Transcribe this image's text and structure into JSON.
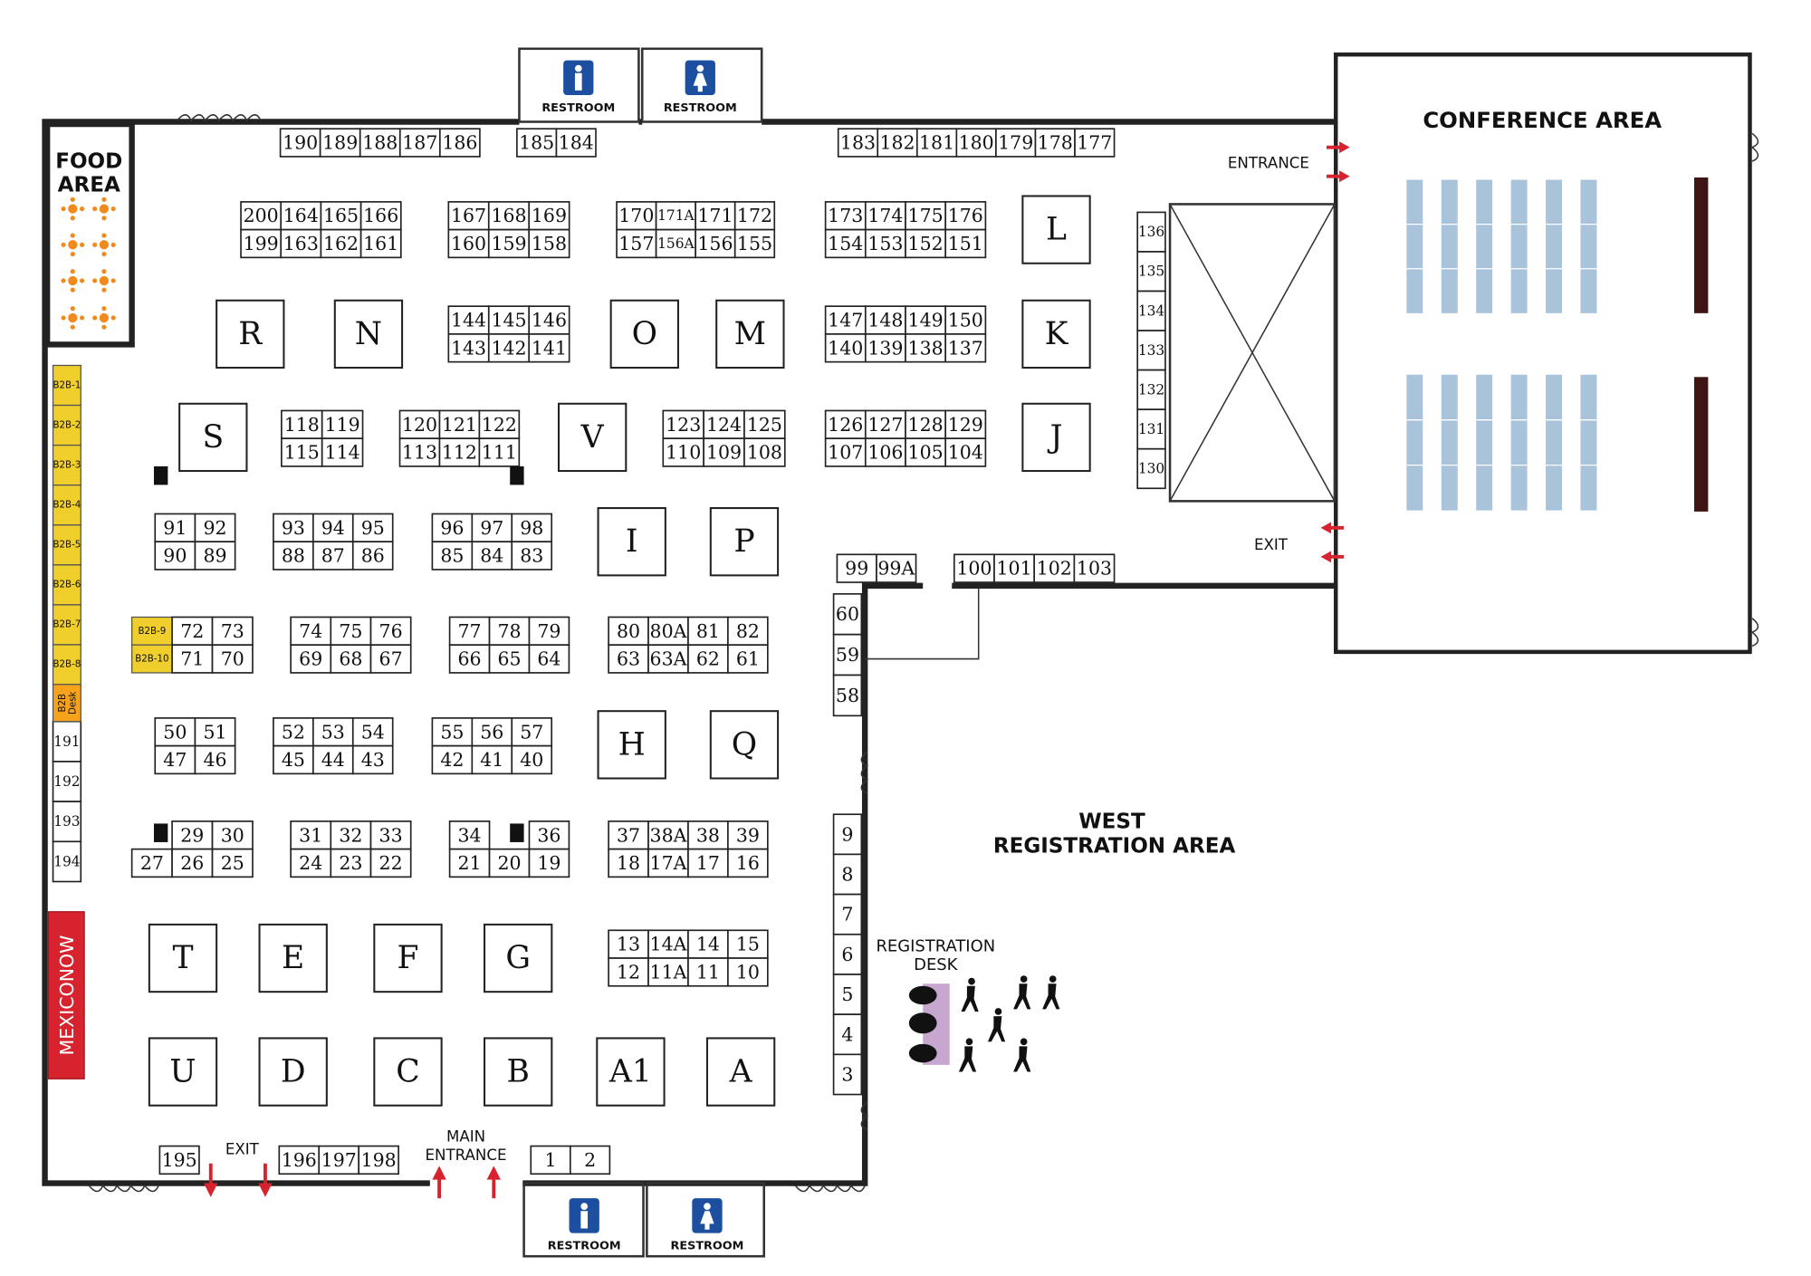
{
  "title": "Exhibition Floor Plan",
  "areas": {
    "food": [
      "FOOD",
      "AREA"
    ],
    "conference": "CONFERENCE AREA",
    "west_registration": [
      "WEST",
      "REGISTRATION AREA"
    ],
    "registration_desk": [
      "REGISTRATION",
      "DESK"
    ],
    "mexiconow": "MEXICONOW",
    "b2b_desk": [
      "B2B",
      "Desk"
    ]
  },
  "labels": {
    "entrance": "ENTRANCE",
    "exit_right": "EXIT",
    "exit_bottom": "EXIT",
    "main_entrance": [
      "MAIN",
      "ENTRANCE"
    ],
    "restroom": "RESTROOM"
  },
  "colors": {
    "b2b": "#f0cf2c",
    "b2b_desk": "#f7a21b",
    "mexiconow": "#d7232e",
    "arrow": "#d7232e",
    "restroom_icon": "#1c4fa0",
    "seats": "#a9c3da",
    "stage": "#3e1514",
    "reg_desk": "#c7a6cf",
    "food_icon": "#f08a1c"
  },
  "booth_groups": [
    [
      [
        "190",
        "189",
        "188",
        "187",
        "186"
      ]
    ],
    [
      [
        "185",
        "184"
      ]
    ],
    [
      [
        "183",
        "182",
        "181",
        "180",
        "179",
        "178",
        "177"
      ]
    ],
    [
      [
        "200",
        "164",
        "165",
        "166"
      ],
      [
        "199",
        "163",
        "162",
        "161"
      ]
    ],
    [
      [
        "167",
        "168",
        "169"
      ],
      [
        "160",
        "159",
        "158"
      ]
    ],
    [
      [
        "170",
        "171A",
        "171",
        "172"
      ],
      [
        "157",
        "156A",
        "156",
        "155"
      ]
    ],
    [
      [
        "173",
        "174",
        "175",
        "176"
      ],
      [
        "154",
        "153",
        "152",
        "151"
      ]
    ],
    [
      [
        "144",
        "145",
        "146"
      ],
      [
        "143",
        "142",
        "141"
      ]
    ],
    [
      [
        "147",
        "148",
        "149",
        "150"
      ],
      [
        "140",
        "139",
        "138",
        "137"
      ]
    ],
    [
      [
        "118",
        "119"
      ],
      [
        "115",
        "114"
      ]
    ],
    [
      [
        "120",
        "121",
        "122"
      ],
      [
        "113",
        "112",
        "111"
      ]
    ],
    [
      [
        "123",
        "124",
        "125"
      ],
      [
        "110",
        "109",
        "108"
      ]
    ],
    [
      [
        "126",
        "127",
        "128",
        "129"
      ],
      [
        "107",
        "106",
        "105",
        "104"
      ]
    ],
    [
      [
        "91",
        "92"
      ],
      [
        "90",
        "89"
      ]
    ],
    [
      [
        "93",
        "94",
        "95"
      ],
      [
        "88",
        "87",
        "86"
      ]
    ],
    [
      [
        "96",
        "97",
        "98"
      ],
      [
        "85",
        "84",
        "83"
      ]
    ],
    [
      [
        "B2B-9",
        "72",
        "73"
      ],
      [
        "B2B-10",
        "71",
        "70"
      ]
    ],
    [
      [
        "74",
        "75",
        "76"
      ],
      [
        "69",
        "68",
        "67"
      ]
    ],
    [
      [
        "77",
        "78",
        "79"
      ],
      [
        "66",
        "65",
        "64"
      ]
    ],
    [
      [
        "80",
        "80A",
        "81",
        "82"
      ],
      [
        "63",
        "63A",
        "62",
        "61"
      ]
    ],
    [
      [
        "50",
        "51"
      ],
      [
        "47",
        "46"
      ]
    ],
    [
      [
        "52",
        "53",
        "54"
      ],
      [
        "45",
        "44",
        "43"
      ]
    ],
    [
      [
        "55",
        "56",
        "57"
      ],
      [
        "42",
        "41",
        "40"
      ]
    ],
    [
      [
        null,
        "29",
        "30"
      ],
      [
        "27",
        "26",
        "25"
      ]
    ],
    [
      [
        "31",
        "32",
        "33"
      ],
      [
        "24",
        "23",
        "22"
      ]
    ],
    [
      [
        "34",
        null,
        "36"
      ],
      [
        "21",
        "20",
        "19"
      ]
    ],
    [
      [
        "37",
        "38A",
        "38",
        "39"
      ],
      [
        "18",
        "17A",
        "17",
        "16"
      ]
    ],
    [
      [
        "13",
        "14A",
        "14",
        "15"
      ],
      [
        "12",
        "11A",
        "11",
        "10"
      ]
    ],
    [
      [
        "195"
      ]
    ],
    [
      [
        "196",
        "197",
        "198"
      ]
    ],
    [
      [
        "1",
        "2"
      ]
    ],
    [
      [
        "99",
        "99A"
      ]
    ],
    [
      [
        "100",
        "101",
        "102",
        "103"
      ]
    ]
  ],
  "booth_columns": [
    [
      "60",
      "59",
      "58"
    ],
    [
      "9",
      "8",
      "7",
      "6",
      "5",
      "4",
      "3"
    ],
    [
      "136",
      "135",
      "134",
      "133",
      "132",
      "131",
      "130"
    ],
    [
      "191",
      "192",
      "193",
      "194"
    ]
  ],
  "b2b_column": [
    "B2B-1",
    "B2B-2",
    "B2B-3",
    "B2B-4",
    "B2B-5",
    "B2B-6",
    "B2B-7",
    "B2B-8"
  ],
  "letter_booths": [
    "R",
    "N",
    "O",
    "M",
    "L",
    "K",
    "J",
    "S",
    "V",
    "I",
    "P",
    "H",
    "Q",
    "T",
    "E",
    "F",
    "G",
    "U",
    "D",
    "C",
    "B",
    "A1",
    "A"
  ]
}
